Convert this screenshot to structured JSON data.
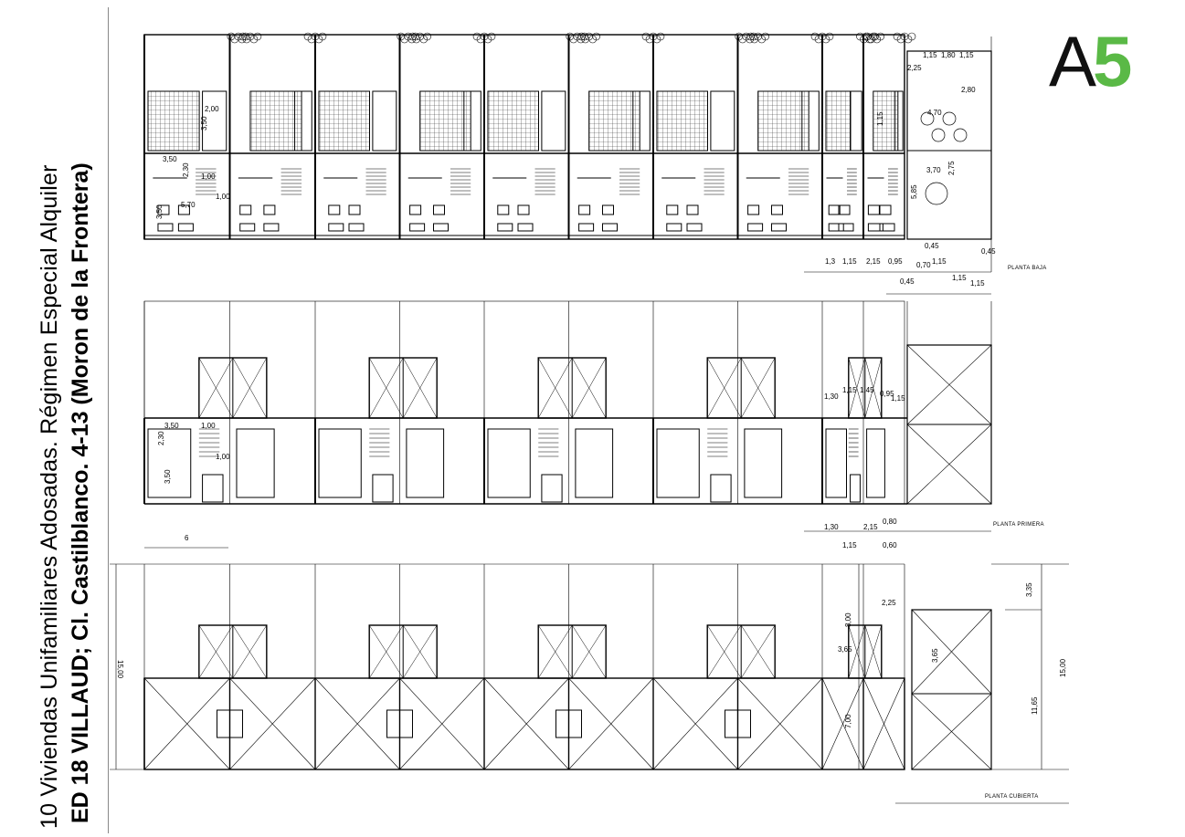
{
  "title_block": {
    "line1": "10 Viviendas Unifamiliares Adosadas. Régimen Especial Alquiler",
    "line2": "ED 18 VILLAUD; Cl. Castilblanco. 4-13 (Moron de la Frontera)"
  },
  "logo": {
    "letter": "A",
    "number": "5",
    "accent_color": "#5ab946"
  },
  "plans": {
    "ground": {
      "label": "PLANTA BAJA"
    },
    "first": {
      "label": "PLANTA PRIMERA"
    },
    "roof": {
      "label": "PLANTA CUBIERTA"
    }
  },
  "dims": {
    "baja": [
      "2,25",
      "1,15",
      "1,80",
      "1,15",
      "2,80",
      "3,50",
      "2,30",
      "1,00",
      "5,70",
      "1,00",
      "3,50",
      "2,00",
      "3,50",
      "1,15",
      "3,70",
      "2,75",
      "5,85",
      "0,45",
      "0,45",
      "1,3",
      "1,15",
      "2,15",
      "0,95",
      "0,70",
      "1,15",
      "0,45",
      "1,15",
      "1,15",
      "4,70"
    ],
    "primera": [
      "3,50",
      "2,30",
      "1,00",
      "1,00",
      "3,50",
      "1,30",
      "1,15",
      "1,45",
      "0,95",
      "1,15",
      "1,30",
      "2,15",
      "0,80",
      "1,15",
      "0,60",
      "6"
    ],
    "cubierta": [
      "15,00",
      "8,00",
      "2,25",
      "3,65",
      "3,65",
      "7,00",
      "3,35",
      "11,65",
      "15,00"
    ]
  }
}
